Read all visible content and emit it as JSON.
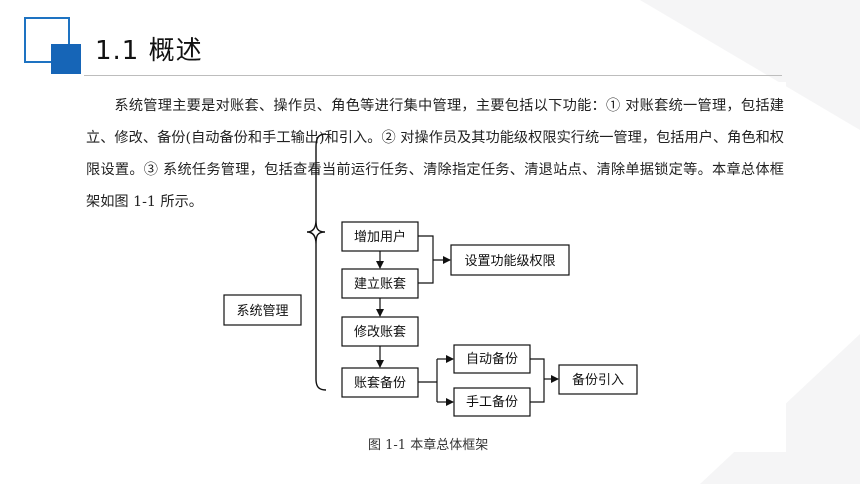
{
  "header": {
    "title": "1.1  概述"
  },
  "body": {
    "paragraph": "系统管理主要是对账套、操作员、角色等进行集中管理，主要包括以下功能：① 对账套统一管理，包括建立、修改、备份(自动备份和手工输出)和引入。② 对操作员及其功能级权限实行统一管理，包括用户、角色和权限设置。③ 系统任务管理，包括查看当前运行任务、清除指定任务、清退站点、清除单据锁定等。本章总体框架如图 1-1 所示。"
  },
  "diagram": {
    "root": "系统管理",
    "add_user": "增加用户",
    "create_account": "建立账套",
    "modify_account": "修改账套",
    "backup_account": "账套备份",
    "permission": "设置功能级权限",
    "auto_backup": "自动备份",
    "manual_backup": "手工备份",
    "restore": "备份引入",
    "caption": "图 1-1  本章总体框架"
  }
}
